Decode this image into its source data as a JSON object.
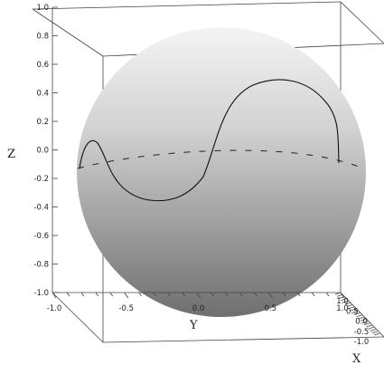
{
  "chart_data": {
    "type": "surface3d",
    "title": "",
    "surface": "unit-sphere",
    "shading": "vertical-grayscale-gradient",
    "axes": {
      "x": {
        "label": "X",
        "range": [
          -1.0,
          1.0
        ],
        "ticks": [
          "-1.0",
          "-0.5",
          "0.0",
          "0.5",
          "1.0"
        ]
      },
      "y": {
        "label": "Y",
        "range": [
          -1.0,
          1.0
        ],
        "ticks": [
          "-1.0",
          "-0.5",
          "0.0",
          "0.5",
          "1.0"
        ]
      },
      "z": {
        "label": "Z",
        "range": [
          -1.0,
          1.0
        ],
        "ticks": [
          "1.0",
          "0.8",
          "0.6",
          "0.4",
          "0.2",
          "0.0",
          "-0.2",
          "-0.4",
          "-0.6",
          "-0.8",
          "-1.0"
        ]
      }
    },
    "curves": [
      {
        "kind": "solid",
        "description_values": "wavy curve on sphere surface",
        "x": [
          -0.95,
          -0.8,
          -0.5,
          -0.2,
          0.1,
          0.3,
          0.55,
          0.75,
          0.9
        ],
        "z": [
          -0.1,
          0.1,
          -0.3,
          -0.35,
          -0.15,
          0.4,
          0.5,
          0.35,
          0.1
        ]
      },
      {
        "kind": "dashed",
        "description_values": "equator",
        "z": 0.0
      }
    ]
  }
}
